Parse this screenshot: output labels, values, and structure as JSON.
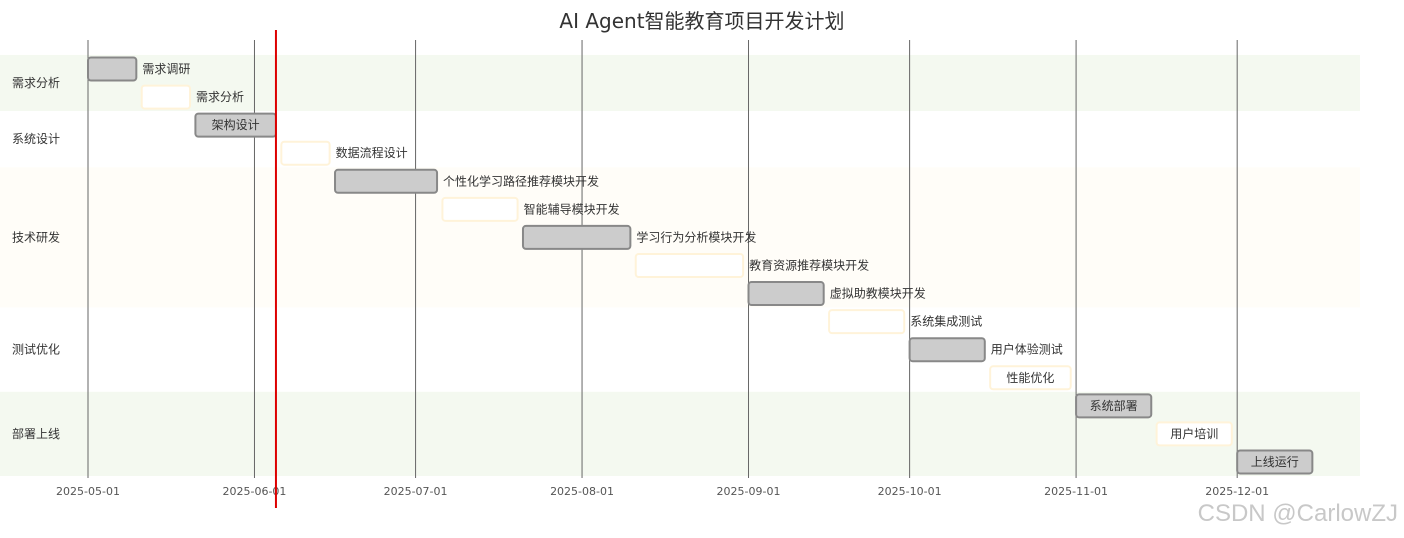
{
  "chart_data": {
    "type": "gantt",
    "title": "AI Agent智能教育项目开发计划",
    "date_range": [
      "2025-04-25",
      "2025-12-15"
    ],
    "x_ticks": [
      "2025-05-01",
      "2025-06-01",
      "2025-07-01",
      "2025-08-01",
      "2025-09-01",
      "2025-10-01",
      "2025-11-01",
      "2025-12-01"
    ],
    "today_marker": "2025-06-05",
    "sections": [
      {
        "name": "需求分析",
        "color": "#f4f9f0",
        "tasks": [
          {
            "name": "需求调研",
            "start": "2025-05-01",
            "end": "2025-05-10",
            "status": "done"
          },
          {
            "name": "需求分析",
            "start": "2025-05-11",
            "end": "2025-05-20",
            "status": "planned"
          }
        ]
      },
      {
        "name": "系统设计",
        "color": "#ffffff",
        "tasks": [
          {
            "name": "架构设计",
            "start": "2025-05-21",
            "end": "2025-06-05",
            "status": "done"
          },
          {
            "name": "数据流程设计",
            "start": "2025-06-06",
            "end": "2025-06-15",
            "status": "planned"
          }
        ]
      },
      {
        "name": "技术研发",
        "color": "#fffdf8",
        "tasks": [
          {
            "name": "个性化学习路径推荐模块开发",
            "start": "2025-06-16",
            "end": "2025-07-05",
            "status": "done"
          },
          {
            "name": "智能辅导模块开发",
            "start": "2025-07-06",
            "end": "2025-07-20",
            "status": "planned"
          },
          {
            "name": "学习行为分析模块开发",
            "start": "2025-07-21",
            "end": "2025-08-10",
            "status": "done"
          },
          {
            "name": "教育资源推荐模块开发",
            "start": "2025-08-11",
            "end": "2025-08-31",
            "status": "planned"
          },
          {
            "name": "虚拟助教模块开发",
            "start": "2025-09-01",
            "end": "2025-09-15",
            "status": "done"
          }
        ]
      },
      {
        "name": "测试优化",
        "color": "#ffffff",
        "tasks": [
          {
            "name": "系统集成测试",
            "start": "2025-09-16",
            "end": "2025-09-30",
            "status": "planned"
          },
          {
            "name": "用户体验测试",
            "start": "2025-10-01",
            "end": "2025-10-15",
            "status": "done"
          },
          {
            "name": "性能优化",
            "start": "2025-10-16",
            "end": "2025-10-31",
            "status": "planned"
          }
        ]
      },
      {
        "name": "部署上线",
        "color": "#f4f9f0",
        "tasks": [
          {
            "name": "系统部署",
            "start": "2025-11-01",
            "end": "2025-11-15",
            "status": "done"
          },
          {
            "name": "用户培训",
            "start": "2025-11-16",
            "end": "2025-11-30",
            "status": "planned"
          },
          {
            "name": "上线运行",
            "start": "2025-12-01",
            "end": "2025-12-15",
            "status": "done"
          }
        ]
      }
    ]
  },
  "watermark": "CSDN @CarlowZJ",
  "colors": {
    "done_fill": "#cccccc",
    "done_stroke": "#888888",
    "planned_fill": "#ffffff",
    "planned_stroke": "#fff3d9",
    "gridline": "#666666",
    "today": "#dd0000"
  }
}
